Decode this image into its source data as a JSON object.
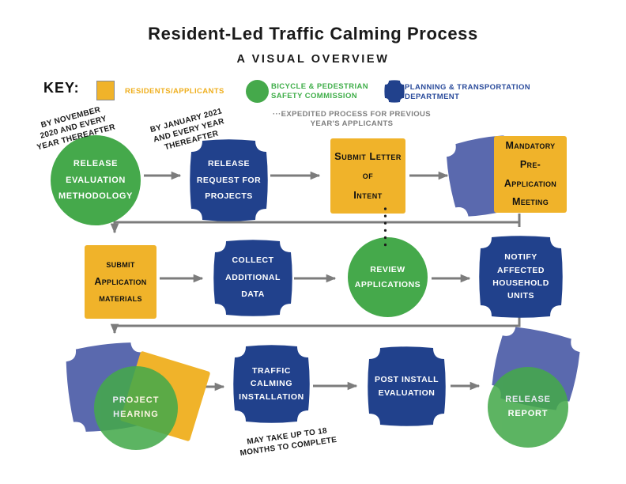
{
  "title": "Resident-Led Traffic Calming Process",
  "subtitle": "A VISUAL OVERVIEW",
  "key": {
    "label": "KEY:",
    "items": [
      {
        "name": "residents-applicants",
        "shape": "square",
        "color": "#F0B32A",
        "label_lines": [
          "RESIDENTS/APPLICANTS"
        ]
      },
      {
        "name": "bicycle-pedestrian-safety-commission",
        "shape": "circle",
        "color": "#45A94B",
        "label_lines": [
          "BICYCLE & PEDESTRIAN",
          "SAFETY COMMISSION"
        ]
      },
      {
        "name": "planning-transportation-department",
        "shape": "badge",
        "color": "#21418C",
        "label_lines": [
          "PLANNING & TRANSPORTATION",
          "DEPARTMENT"
        ]
      }
    ],
    "expedited_note_lines": [
      "···EXPEDITED PROCESS FOR PREVIOUS",
      "YEAR'S APPLICANTS"
    ]
  },
  "annotations": {
    "release_timing": [
      "BY NOVEMBER",
      "2020 AND EVERY",
      "YEAR THEREAFTER"
    ],
    "request_timing": [
      "BY JANUARY 2021",
      "AND EVERY YEAR",
      "THEREAFTER"
    ],
    "install_timing": [
      "MAY TAKE UP TO 18",
      "MONTHS TO COMPLETE"
    ]
  },
  "nodes": {
    "release_evaluation": {
      "actor": "bicycle-pedestrian-safety-commission",
      "lines": [
        "RELEASE",
        "EVALUATION",
        "METHODOLOGY"
      ]
    },
    "release_request": {
      "actor": "planning-transportation-department",
      "lines": [
        "RELEASE",
        "REQUEST FOR",
        "PROJECTS"
      ]
    },
    "submit_letter": {
      "actor": "residents-applicants",
      "lines": [
        "Submit Letter",
        "of",
        "Intent"
      ]
    },
    "mandatory_meeting": {
      "actor": "residents-applicants + planning-transportation-department",
      "lines": [
        "Mandatory",
        "Pre-Application",
        "Meeting"
      ]
    },
    "submit_application": {
      "actor": "residents-applicants",
      "lines": [
        "submit",
        "Application",
        "materials"
      ]
    },
    "collect_data": {
      "actor": "planning-transportation-department",
      "lines": [
        "COLLECT",
        "ADDITIONAL",
        "DATA"
      ]
    },
    "review_applications": {
      "actor": "bicycle-pedestrian-safety-commission",
      "lines": [
        "REVIEW",
        "APPLICATIONS"
      ]
    },
    "notify_households": {
      "actor": "planning-transportation-department",
      "lines": [
        "NOTIFY",
        "AFFECTED",
        "HOUSEHOLD",
        "UNITS"
      ]
    },
    "project_hearing": {
      "actor": "all",
      "lines": [
        "PROJECT",
        "HEARING"
      ]
    },
    "traffic_calming": {
      "actor": "planning-transportation-department",
      "lines": [
        "TRAFFIC",
        "CALMING",
        "INSTALLATION"
      ]
    },
    "post_install": {
      "actor": "planning-transportation-department",
      "lines": [
        "POST INSTALL",
        "EVALUATION"
      ]
    },
    "release_report": {
      "actor": "planning-transportation-department + bicycle-pedestrian-safety-commission",
      "lines": [
        "RELEASE",
        "REPORT"
      ]
    }
  },
  "colors": {
    "yellow": "#F0B32A",
    "green": "#45A94B",
    "dark_blue": "#21418C",
    "light_blue": "#5A69AE",
    "arrow_gray": "#7C7C7C",
    "note_gray": "#7F7F7F",
    "dot_black": "#1B1B1B"
  }
}
